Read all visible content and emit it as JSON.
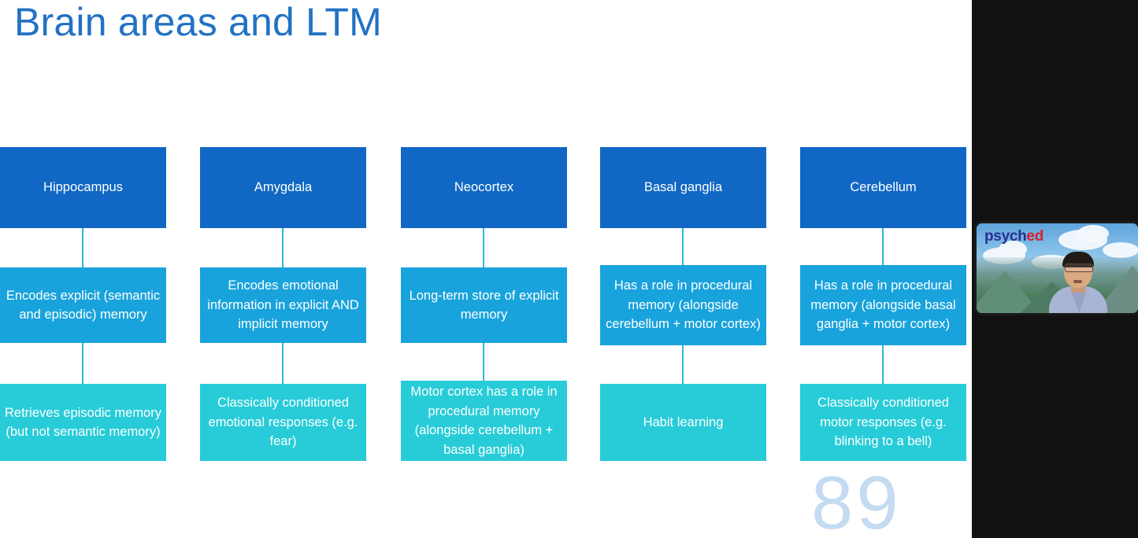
{
  "slide": {
    "title": "Brain areas and LTM",
    "page_number": "89",
    "title_color": "#2272c4",
    "page_number_color": "#c4dbf2",
    "background_color": "#ffffff"
  },
  "palette": {
    "level1": "#1168c4",
    "level2": "#19a3dc",
    "level3": "#27ccd8",
    "connector": "#2eb9d6",
    "letterbox": "#111111"
  },
  "diagram": {
    "type": "flowchart",
    "columns": [
      {
        "id": "hippocampus",
        "level1": "Hippocampus",
        "level2": "Encodes explicit (semantic and episodic) memory",
        "level3": "Retrieves episodic memory (but not semantic memory)"
      },
      {
        "id": "amygdala",
        "level1": "Amygdala",
        "level2": "Encodes emotional information in explicit AND implicit memory",
        "level3": "Classically conditioned emotional responses (e.g. fear)"
      },
      {
        "id": "neocortex",
        "level1": "Neocortex",
        "level2": "Long-term store of explicit memory",
        "level3": "Motor cortex has a role in procedural memory (alongside cerebellum + basal ganglia)"
      },
      {
        "id": "basal-ganglia",
        "level1": "Basal ganglia",
        "level2": "Has a role in procedural memory (alongside cerebellum + motor cortex)",
        "level3": "Habit learning"
      },
      {
        "id": "cerebellum",
        "level1": "Cerebellum",
        "level2": "Has a role in procedural memory (alongside basal ganglia + motor cortex)",
        "level3": "Classically conditioned motor responses (e.g. blinking to a bell)"
      }
    ]
  },
  "webcam": {
    "logo_part1": "psych",
    "logo_part2": "ed",
    "logo_color1": "#2b2f8f",
    "logo_color2": "#d4232b"
  }
}
